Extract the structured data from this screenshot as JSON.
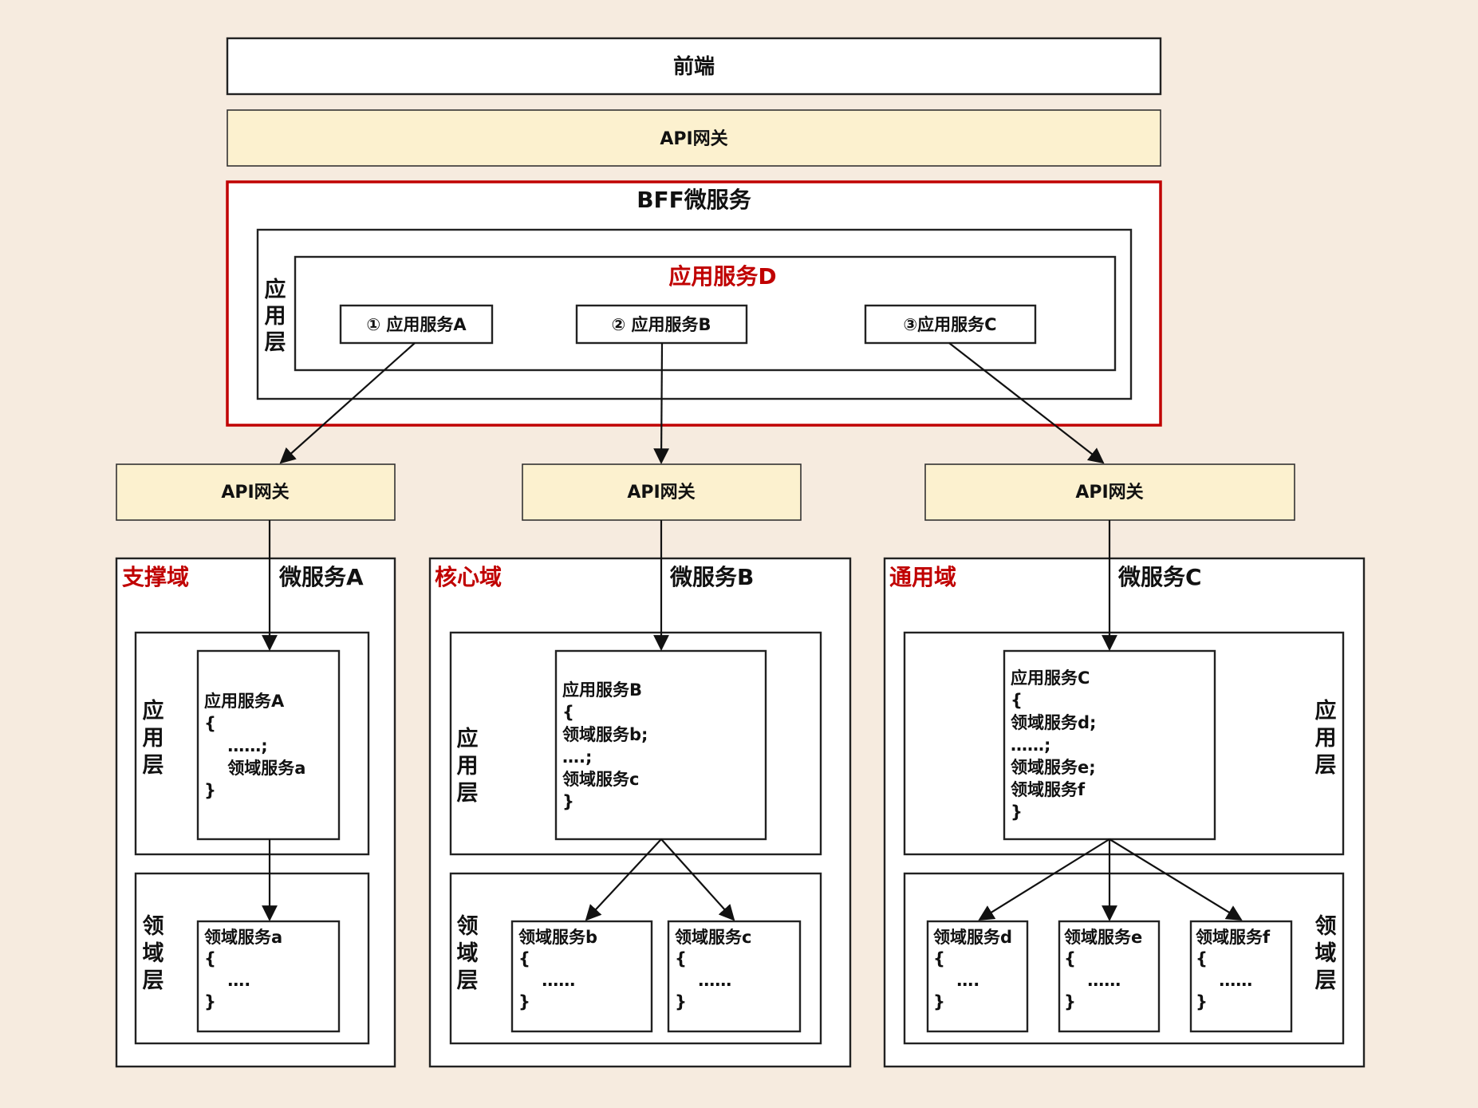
{
  "top": {
    "frontend": "前端",
    "gateway": "API网关",
    "bff": {
      "title": "BFF微服务",
      "layer_label": "应\n用\n层",
      "app_service": "应用服务D",
      "calls": [
        "① 应用服务A",
        "② 应用服务B",
        "③应用服务C"
      ]
    }
  },
  "domains": [
    {
      "domain_label": "支撑域",
      "service_title": "微服务A",
      "gateway": "API网关",
      "app_layer_label": "应\n用\n层",
      "domain_layer_label": "领\n域\n层",
      "app_code": [
        "应用服务A",
        "{",
        "  ……;",
        "  领域服务a",
        "}"
      ],
      "domain_services": [
        {
          "code": [
            "领域服务a",
            "{",
            "  ….",
            "}"
          ]
        }
      ]
    },
    {
      "domain_label": "核心域",
      "service_title": "微服务B",
      "gateway": "API网关",
      "app_layer_label": "应\n用\n层",
      "domain_layer_label": "领\n域\n层",
      "app_code": [
        "应用服务B",
        "{",
        "领域服务b;",
        "….;",
        "领域服务c",
        "}"
      ],
      "domain_services": [
        {
          "code": [
            "领域服务b",
            "{",
            "  ……",
            "}"
          ]
        },
        {
          "code": [
            "领域服务c",
            "{",
            "  ……",
            "}"
          ]
        }
      ]
    },
    {
      "domain_label": "通用域",
      "service_title": "微服务C",
      "gateway": "API网关",
      "app_layer_label": "应\n用\n层",
      "domain_layer_label": "领\n域\n层",
      "app_code": [
        "应用服务C",
        "{",
        "领域服务d;",
        "……;",
        "领域服务e;",
        "领域服务f",
        "}"
      ],
      "domain_services": [
        {
          "code": [
            "领域服务d",
            "{",
            "  ….",
            "}"
          ]
        },
        {
          "code": [
            "领域服务e",
            "{",
            "  ……",
            "}"
          ]
        },
        {
          "code": [
            "领域服务f",
            "{",
            "  ……",
            "}"
          ]
        }
      ]
    }
  ],
  "colors": {
    "background": "#f6ebdf",
    "gateway_fill": "#fcf1cf",
    "highlight_red": "#c00000"
  }
}
